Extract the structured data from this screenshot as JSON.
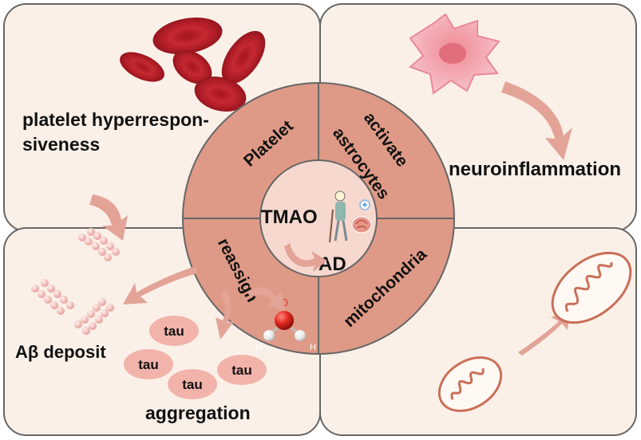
{
  "colors": {
    "panel_fill": "#fbf0e8",
    "panel_stroke": "#666666",
    "outer_ring": "#de9a86",
    "inner_disc": "#f6d8cf",
    "arrow_fill": "#e3a397",
    "tau_fill": "#f2b3aa"
  },
  "panels": {
    "top_left": {
      "label_line_1": "platelet hyperrespon-",
      "label_line_2": "siveness"
    },
    "top_right": {
      "label": "neuroinflammation"
    },
    "bottom_left": {
      "deposit_label": "Aβ deposit",
      "aggregation_label": "aggregation",
      "tau_labels": [
        "tau",
        "tau",
        "tau",
        "tau"
      ]
    }
  },
  "center": {
    "segments": {
      "top_left": "Platelet",
      "top_right_line_1": "activate",
      "top_right_line_2": "astrocytes",
      "bottom_left": "reassign",
      "bottom_right": "mitochondria"
    },
    "core": {
      "left_label": "TMAO",
      "right_label": "AD"
    },
    "water_molecule": {
      "oxygen_label": "O",
      "hydrogen_left": "H",
      "hydrogen_right": "H"
    }
  },
  "icons": [
    "red-blood-cells-icon",
    "astrocyte-icon",
    "amyloid-beta-icon",
    "water-molecule-icon",
    "mitochondria-icon",
    "person-with-cane-icon",
    "brain-icon"
  ]
}
